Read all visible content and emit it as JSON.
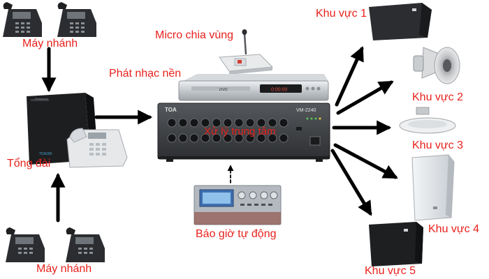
{
  "labels": {
    "extension_top": "Máy nhánh",
    "extension_bottom": "Máy nhánh",
    "pbx": "Tổng đài",
    "paging_mic": "Micro chia vùng",
    "bgm": "Phát nhạc nền",
    "central": "Xử lý trung tâm",
    "auto_bell": "Báo giờ tự động",
    "zone_1": "Khu vực 1",
    "zone_2": "Khu vực 2",
    "zone_3": "Khu vực 3",
    "zone_4": "Khu vực 4",
    "zone_5": "Khu vực 5"
  },
  "device_text": {
    "amp_brand": "TOA",
    "amp_model": "VM-2240",
    "dvd_logo": "DVD",
    "dvd_display": "0:00:00",
    "pbx_model": "TDA200"
  },
  "colors": {
    "label": "#e8211c",
    "arrow": "#000000",
    "device_dark": "#2a2a2a",
    "device_silver": "#c9ccd0"
  }
}
